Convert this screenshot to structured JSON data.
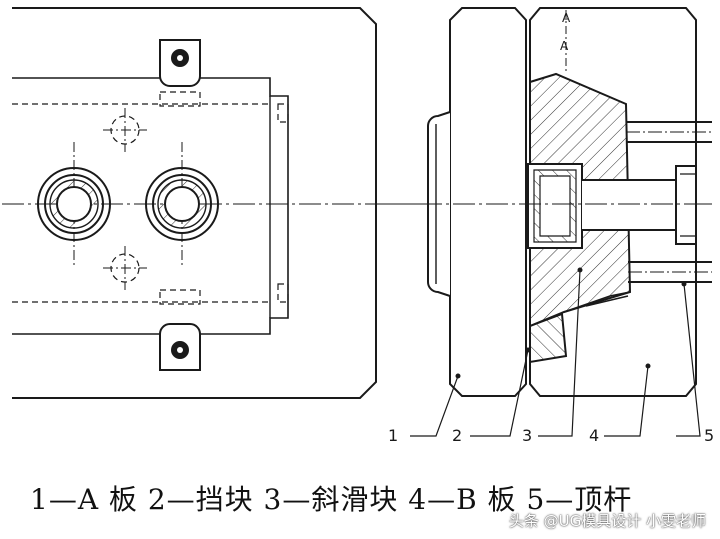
{
  "callouts": [
    "1",
    "2",
    "3",
    "4",
    "5"
  ],
  "a_marks": [
    "A",
    "A"
  ],
  "caption": "1—A 板 2—挡块 3—斜滑块 4—B 板 5—顶杆",
  "watermark": "头条 @UG模具设计 小雯老师",
  "colors": {
    "line": "#1a1a1a",
    "hatch": "#333333",
    "background": "#ffffff"
  }
}
